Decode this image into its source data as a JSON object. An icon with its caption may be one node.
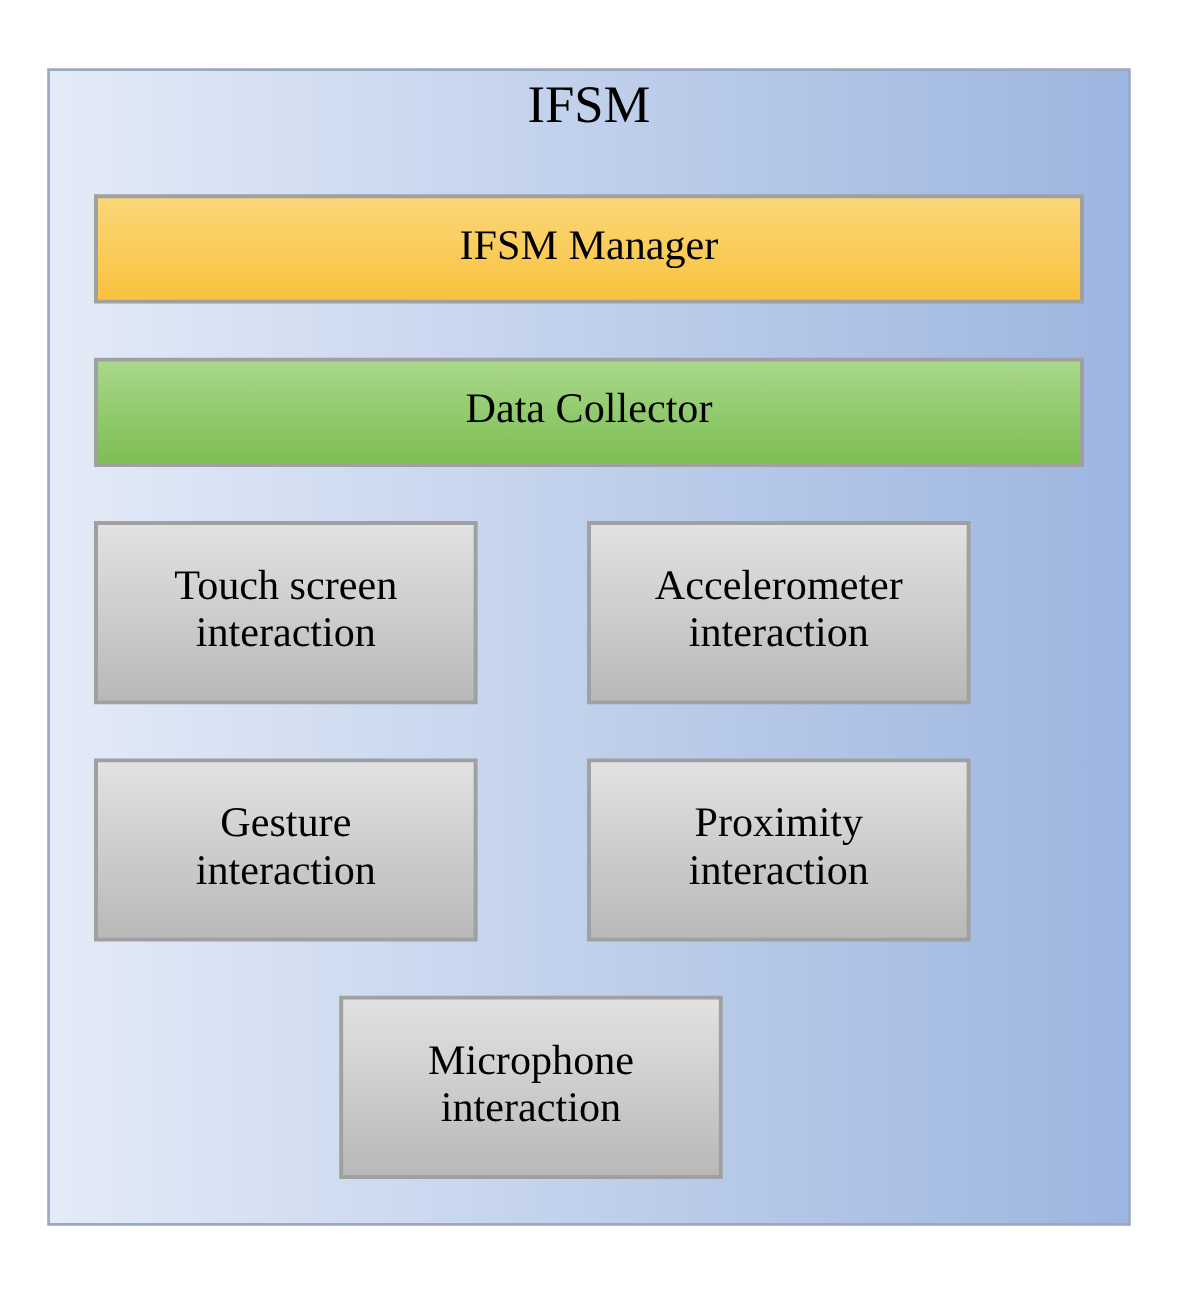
{
  "diagram": {
    "nodes": [
      {
        "text": [
          "IFSM"
        ]
      },
      {
        "text": [
          "IFSM Manager"
        ],
        "in": 0
      },
      {
        "text": [
          "Data Collector"
        ],
        "in": 0
      },
      {
        "text": [
          "Touch screen interaction"
        ],
        "in": 0
      },
      {
        "text": [
          "Accelerometer interaction"
        ],
        "in": 0
      },
      {
        "text": [
          "Gesture interaction"
        ],
        "in": 0
      },
      {
        "text": [
          "Proximity interaction"
        ],
        "in": 0
      },
      {
        "text": [
          "Microphone interaction"
        ],
        "in": 0
      }
    ]
  }
}
